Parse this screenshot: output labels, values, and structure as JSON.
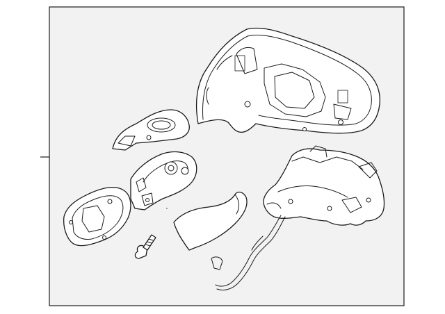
{
  "diagram": {
    "background_color": "#ffffff",
    "frame_color": "#f2f2f2",
    "line_color": "#1a1a1a",
    "parts": [
      "outer-housing-cover",
      "base-cover",
      "mirror-glass-holder",
      "glass-backing-plate",
      "side-cover",
      "screw",
      "mirror-motor-assembly",
      "wiring-harness"
    ]
  }
}
